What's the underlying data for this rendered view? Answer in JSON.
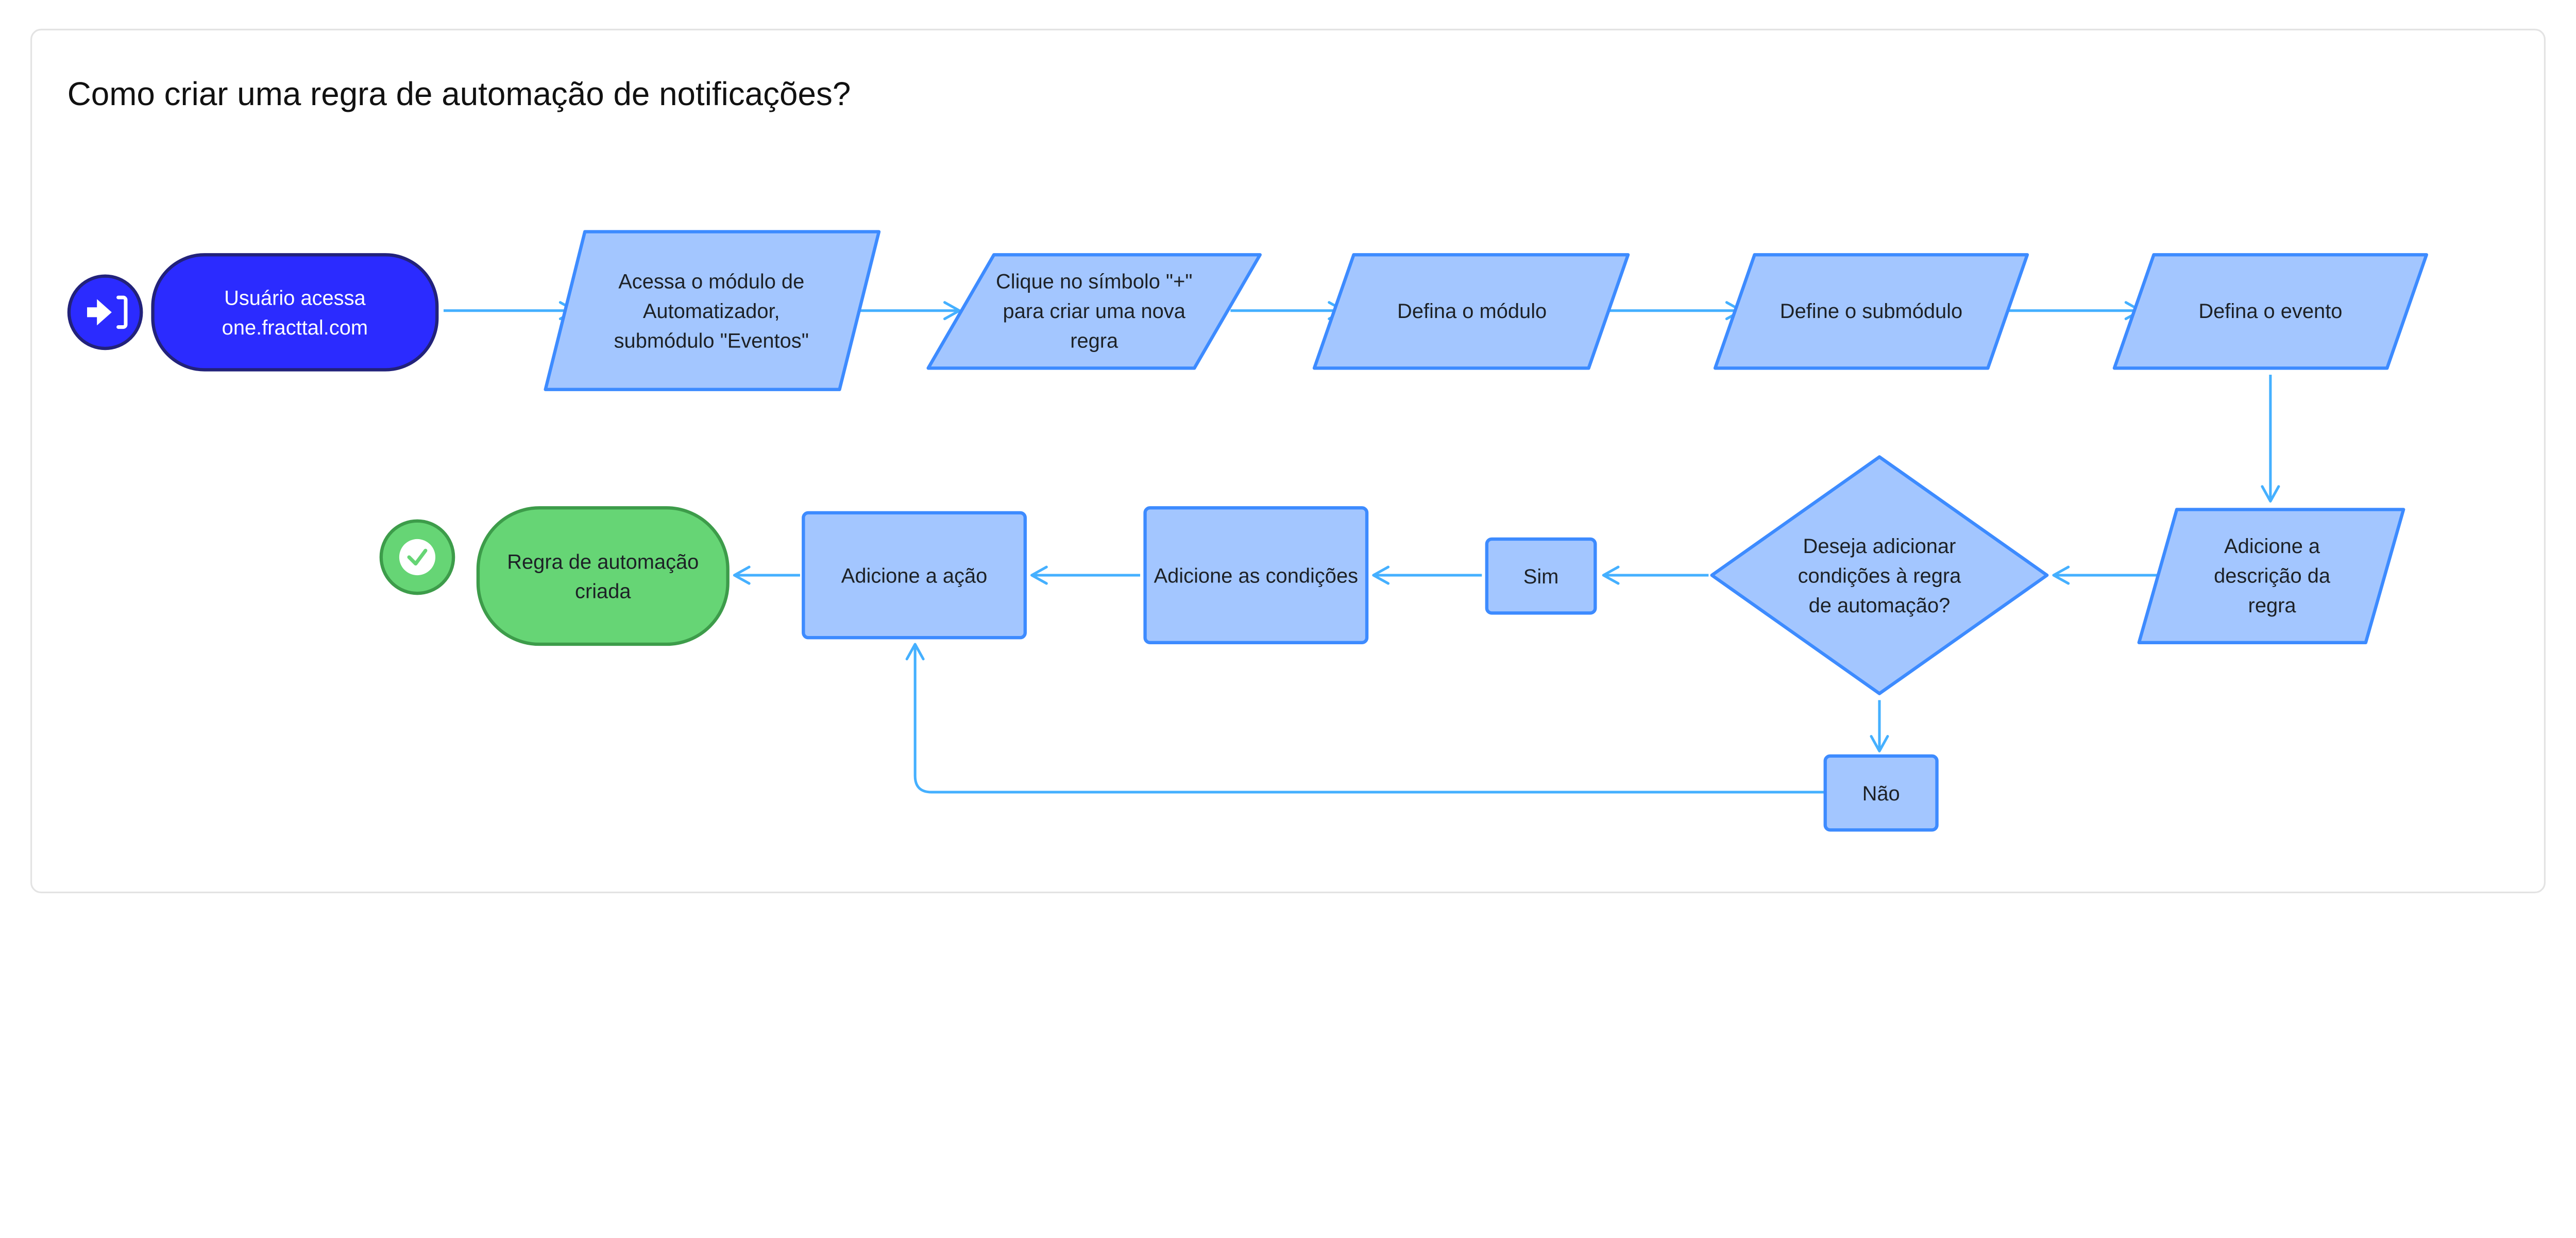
{
  "title": "Como criar uma regra de automação de notificações?",
  "colors": {
    "process_fill": "#a3c6ff",
    "process_stroke": "#3d8bff",
    "connector": "#45b0ff",
    "start_fill": "#2b2bff",
    "start_stroke": "#22227a",
    "end_fill": "#66d575",
    "end_stroke": "#3d9c4a",
    "card_border": "#e3e3e3"
  },
  "icons": {
    "start": "login-arrow-icon",
    "end": "check-circle-icon"
  },
  "nodes": {
    "start": {
      "lines": [
        "Usuário acessa",
        "one.fracttal.com"
      ]
    },
    "access_module": {
      "lines": [
        "Acessa o módulo de",
        "Automatizador,",
        "submódulo \"Eventos\""
      ]
    },
    "click_plus": {
      "lines": [
        "Clique no símbolo \"+\"",
        "para criar uma nova",
        "regra"
      ]
    },
    "define_module": {
      "lines": [
        "Defina o módulo"
      ]
    },
    "define_submodule": {
      "lines": [
        "Define o submódulo"
      ]
    },
    "define_event": {
      "lines": [
        "Defina o evento"
      ]
    },
    "add_description": {
      "lines": [
        "Adicione a",
        "descrição da",
        "regra"
      ]
    },
    "decision": {
      "lines": [
        "Deseja adicionar",
        "condições à regra",
        "de automação?"
      ]
    },
    "yes": {
      "lines": [
        "Sim"
      ]
    },
    "no": {
      "lines": [
        "Não"
      ]
    },
    "add_conditions": {
      "lines": [
        "Adicione as condições"
      ]
    },
    "add_action": {
      "lines": [
        "Adicione a ação"
      ]
    },
    "end": {
      "lines": [
        "Regra de automação",
        "criada"
      ]
    }
  }
}
